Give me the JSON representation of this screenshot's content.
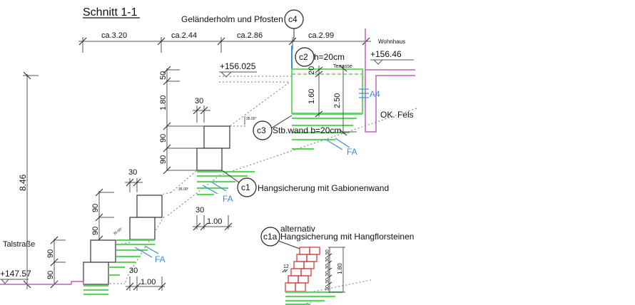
{
  "title": "Schnitt 1-1",
  "colors": {
    "terrain_green": "#5fd35f",
    "building_purple": "#c060c0",
    "annotation_blue": "#3a8ee0",
    "brick_red": "#d03030",
    "line_gray": "#555555"
  },
  "top_dimensions": [
    "ca.3.20",
    "ca.2.44",
    "ca.2.86",
    "ca.2.99"
  ],
  "callouts": {
    "c4": {
      "id": "c4",
      "text": "Geländerholm und Pfosten"
    },
    "c2": {
      "id": "c2",
      "text": "h=20cm"
    },
    "c3": {
      "id": "c3",
      "text": "Stb.wand b=20cm"
    },
    "c1": {
      "id": "c1",
      "text": "Hangsicherung mit Gabionenwand"
    },
    "c1a": {
      "id": "c1a",
      "line1": "alternativ",
      "line2": "Hangsicherung mit Hangflorsteinen"
    }
  },
  "labels": {
    "wohnhaus": "Wohnhaus",
    "terrasse": "Terrasse",
    "ok_fels": "OK. Fels",
    "talstrasse": "Talstraße",
    "a4": "A4",
    "fa": "FA"
  },
  "elevations": {
    "wohnhaus": "+156.46",
    "terrace": "+156.025",
    "street": "+147.57"
  },
  "vertical_dims": {
    "total": "8.46",
    "upper_stack": [
      "50",
      "1.80",
      "90",
      "90"
    ],
    "mid_stack": [
      "90",
      "90"
    ],
    "low_stack": [
      "90",
      "90"
    ],
    "wall": [
      "20",
      "1.60",
      "2.50"
    ],
    "hangflor": [
      "30",
      "30",
      "30",
      "30",
      "30",
      "30"
    ],
    "hangflor_total": "1.80"
  },
  "small_dims": {
    "width_30": "30",
    "width_100": "1.00",
    "offset_12": "12",
    "angle": "35.00°"
  }
}
